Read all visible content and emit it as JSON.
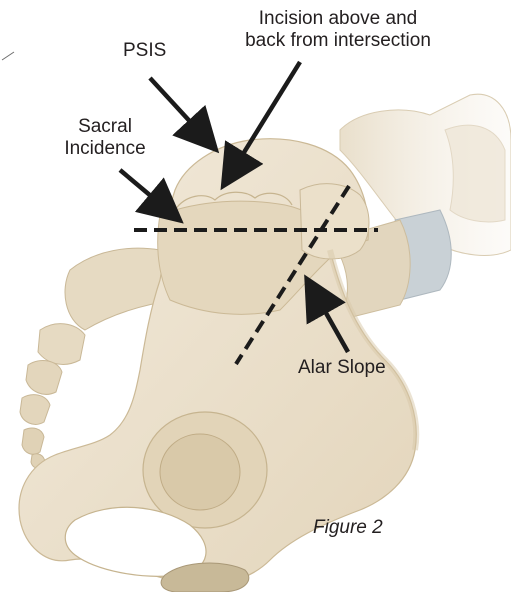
{
  "labels": {
    "incision_line1": "Incision above and",
    "incision_line2": "back from intersection",
    "psis": "PSIS",
    "sacral_line1": "Sacral",
    "sacral_line2": "Incidence",
    "alar": "Alar Slope",
    "figure": "Figure 2"
  },
  "colors": {
    "bone": "#ede3cf",
    "bone_shadow": "#d8c9ad",
    "bone_dark": "#c2b08e",
    "disc": "#c9d1d6",
    "ink": "#231f20"
  }
}
